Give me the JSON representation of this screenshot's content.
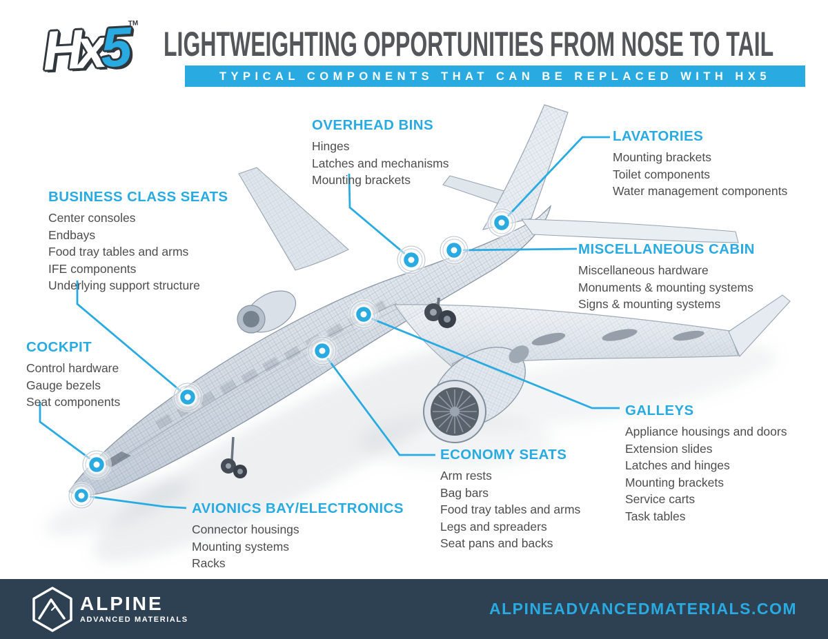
{
  "header": {
    "logo_hx": "Hx",
    "logo_5": "5",
    "logo_tm": "TM",
    "title": "LIGHTWEIGHTING OPPORTUNITIES FROM NOSE TO TAIL",
    "subtitle": "TYPICAL COMPONENTS THAT CAN BE REPLACED WITH HX5"
  },
  "callouts": [
    {
      "title": "OVERHEAD BINS",
      "items": [
        "Hinges",
        "Latches and mechanisms",
        "Mounting brackets"
      ]
    },
    {
      "title": "LAVATORIES",
      "items": [
        "Mounting brackets",
        "Toilet components",
        "Water management components"
      ]
    },
    {
      "title": "BUSINESS CLASS SEATS",
      "items": [
        "Center consoles",
        "Endbays",
        "Food tray tables and arms",
        "IFE components",
        "Underlying support structure"
      ]
    },
    {
      "title": "MISCELLANEOUS CABIN",
      "items": [
        "Miscellaneous hardware",
        "Monuments & mounting systems",
        "Signs & mounting systems"
      ]
    },
    {
      "title": "COCKPIT",
      "items": [
        "Control hardware",
        "Gauge bezels",
        "Seat components"
      ]
    },
    {
      "title": "GALLEYS",
      "items": [
        "Appliance housings and doors",
        "Extension slides",
        "Latches and hinges",
        "Mounting brackets",
        "Service carts",
        "Task tables"
      ]
    },
    {
      "title": "ECONOMY SEATS",
      "items": [
        "Arm rests",
        "Bag bars",
        "Food tray tables and arms",
        "Legs and spreaders",
        "Seat pans and backs"
      ]
    },
    {
      "title": "AVIONICS BAY/ELECTRONICS",
      "items": [
        "Connector housings",
        "Mounting systems",
        "Racks"
      ]
    }
  ],
  "footer": {
    "brand": "ALPINE",
    "brand_sub": "ADVANCED MATERIALS",
    "website": "ALPINEADVANCEDMATERIALS.COM"
  },
  "colors": {
    "accent_blue": "#29abe2",
    "title_gray": "#55565a",
    "body_gray": "#4d4d4f",
    "footer_navy": "#2d4153"
  }
}
